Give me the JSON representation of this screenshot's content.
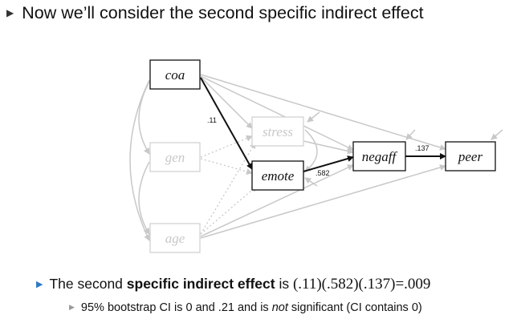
{
  "slide": {
    "title": "Now we’ll consider the second specific indirect effect"
  },
  "diagram": {
    "nodes": {
      "coa": "coa",
      "gen": "gen",
      "age": "age",
      "stress": "stress",
      "emote": "emote",
      "negaff": "negaff",
      "peer": "peer"
    },
    "coefficients": {
      "coa_emote": ".11",
      "emote_negaff": ".582",
      "negaff_peer": ".137"
    },
    "colors": {
      "highlight": "#111111",
      "faded": "#c8c8c8",
      "bullet_arrow": "#2e7bc4"
    }
  },
  "bullets": {
    "b1_prefix": "The second ",
    "b1_bold": "specific indirect effect",
    "b1_mid": " is ",
    "b1_formula": "(.11)(.582)(.137)=.009",
    "b2_prefix": "95% bootstrap CI is 0 and .21 and is ",
    "b2_italic": "not",
    "b2_suffix": " significant (CI contains 0)"
  }
}
